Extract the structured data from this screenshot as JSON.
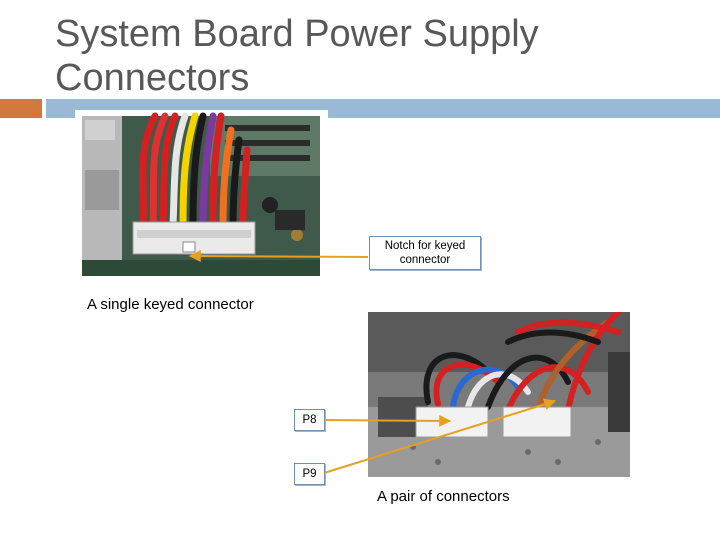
{
  "slide": {
    "title": "System Board Power Supply Connectors"
  },
  "figures": {
    "single": {
      "caption": "A single keyed connector",
      "callout": "Notch for keyed connector"
    },
    "pair": {
      "caption": "A pair of connectors",
      "callout_p8": "P8",
      "callout_p9": "P9"
    }
  },
  "colors": {
    "accent": "#d2783c",
    "rule": "#9ab9d5",
    "leader": "#e8a020"
  }
}
